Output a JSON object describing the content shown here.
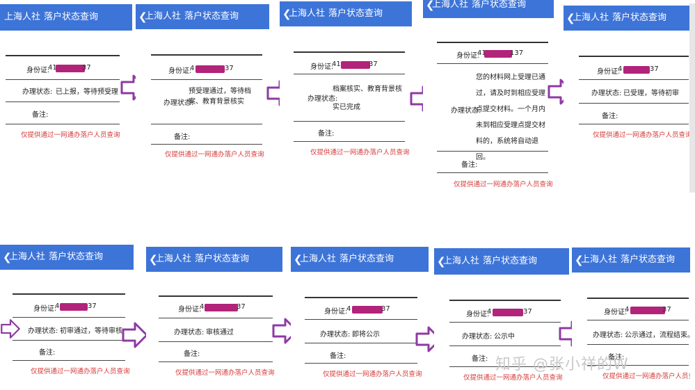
{
  "header": {
    "app": "上海人社",
    "title": "落户状态查询"
  },
  "labels": {
    "id": "身份证:",
    "status": "办理状态:",
    "remark": "备注:"
  },
  "note": "仅提供通过一网通办落户人员查询",
  "id_prefix_short": "41",
  "id_prefix": "4",
  "id_suffix": "37",
  "id_suffix_long": "137",
  "status": {
    "s1": "已上报，等待预受理",
    "s2": "预受理通过，等待档案、教育背景核实",
    "s3": "档案核实、教育背景核实已完成",
    "s4": "您的材料网上受理已通过，请及时到相应受理点提交材料。一个月内未到相应受理点提交材料的，系统将自动退回。",
    "s5": "已受理，等待初审",
    "s6": "初审通过，等待审核",
    "s7": "审核通过",
    "s8": "即将公示",
    "s9": "公示中",
    "s10": "公示通过，流程结束。"
  },
  "watermark": "知乎 @张小祥的W",
  "arrow_color": "#8e3aa4"
}
